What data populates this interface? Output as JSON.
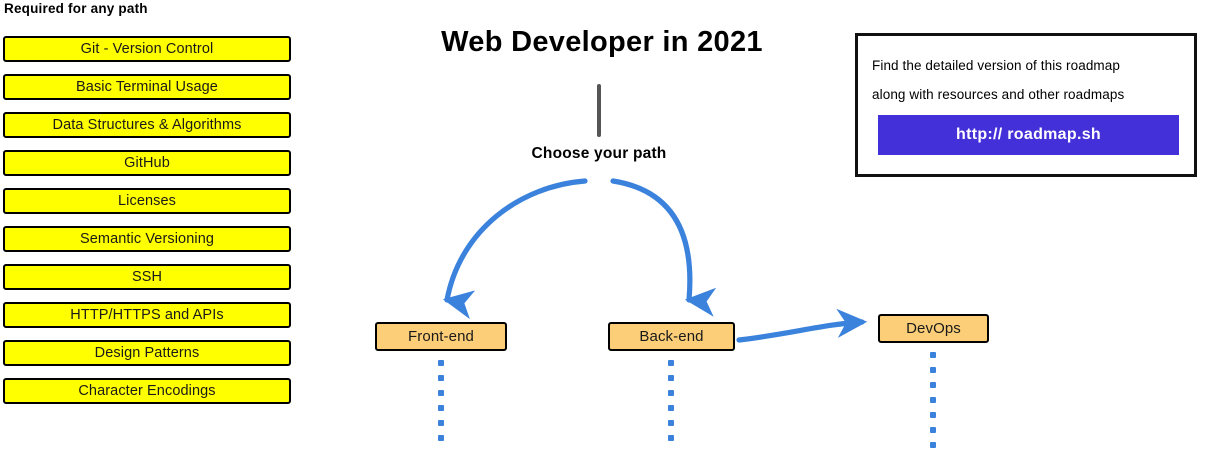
{
  "required_section": {
    "heading": "Required for any path",
    "items": [
      {
        "label": "Git - Version Control"
      },
      {
        "label": "Basic Terminal Usage"
      },
      {
        "label": "Data Structures & Algorithms"
      },
      {
        "label": "GitHub"
      },
      {
        "label": "Licenses"
      },
      {
        "label": "Semantic Versioning"
      },
      {
        "label": "SSH"
      },
      {
        "label": "HTTP/HTTPS and APIs"
      },
      {
        "label": "Design Patterns"
      },
      {
        "label": "Character Encodings"
      }
    ]
  },
  "roadmap": {
    "title": "Web Developer in 2021",
    "choose_label": "Choose your path",
    "paths": [
      {
        "label": "Front-end"
      },
      {
        "label": "Back-end"
      },
      {
        "label": "DevOps"
      }
    ]
  },
  "info_card": {
    "line1": "Find the detailed version of this roadmap",
    "line2": "along with resources and other roadmaps",
    "button_label": "http:// roadmap.sh"
  },
  "colors": {
    "required_box_fill": "#ffff00",
    "path_box_fill": "#fbce77",
    "arrow_blue": "#3b82dd",
    "button_purple": "#4430d8",
    "trunk_gray": "#555555",
    "border_black": "#000000"
  },
  "icons": {
    "branch_arrow": "curved-arrow-icon",
    "link_arrow": "curved-arrow-icon",
    "dotted_continuation": "vertical-dotted-line-icon"
  }
}
